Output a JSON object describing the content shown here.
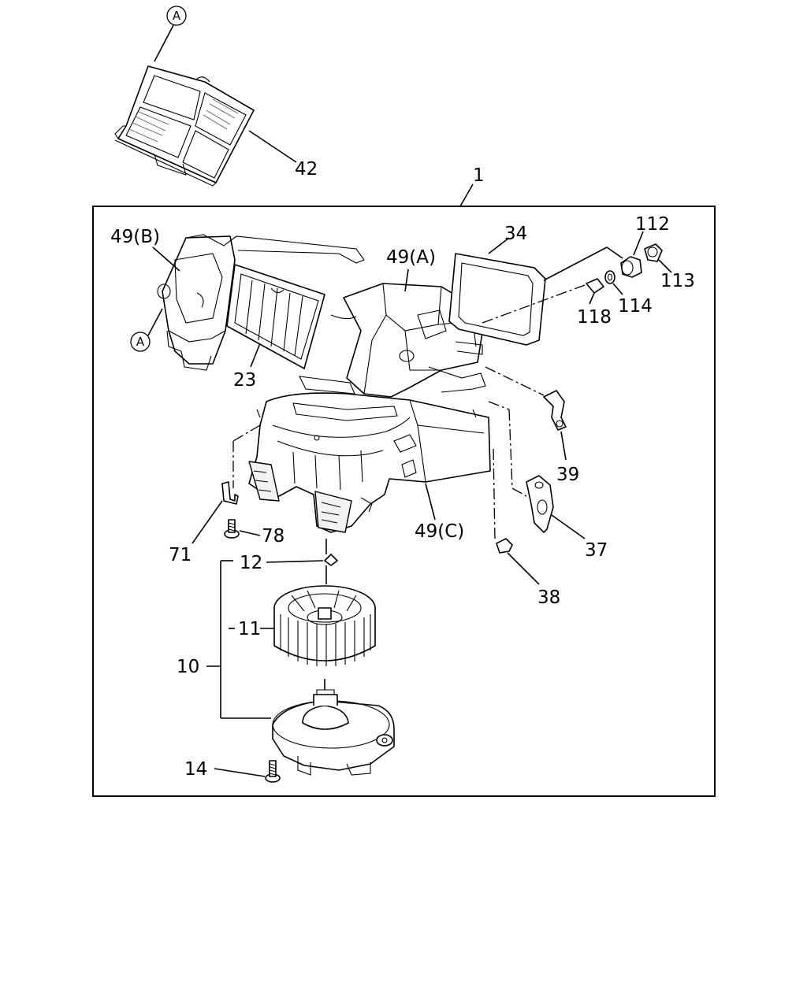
{
  "diagram": {
    "callouts": {
      "c42": "42",
      "c1": "1",
      "c49b": "49(B)",
      "c34": "34",
      "c49a": "49(A)",
      "c112": "112",
      "c113": "113",
      "c114": "114",
      "c118": "118",
      "c23": "23",
      "c39": "39",
      "c49c": "49(C)",
      "c37": "37",
      "c71": "71",
      "c78": "78",
      "c12": "12",
      "c38": "38",
      "c11": "11",
      "c10": "10",
      "c14": "14"
    },
    "ref_markers": {
      "top": "A",
      "left": "A"
    }
  }
}
